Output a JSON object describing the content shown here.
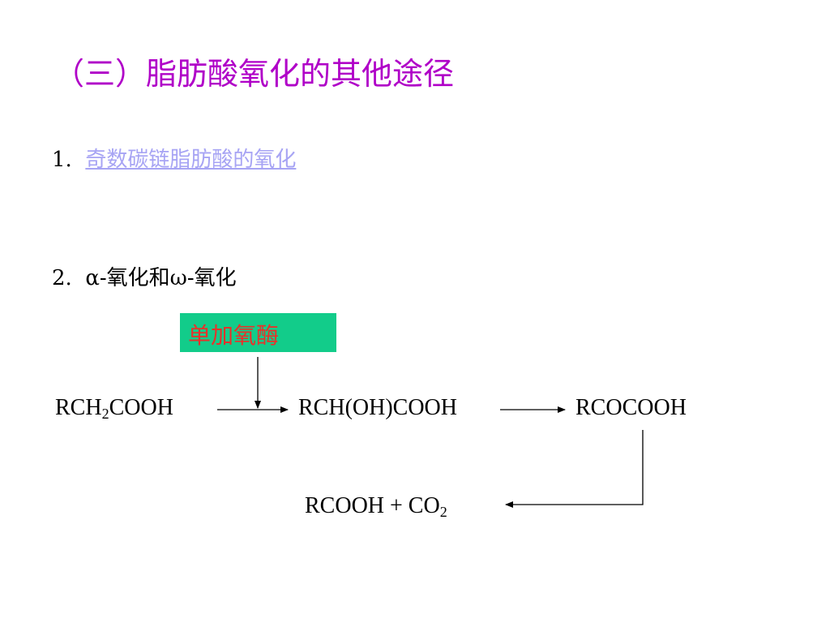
{
  "slide": {
    "title": "（三）脂肪酸氧化的其他途径",
    "item1": {
      "number": "1.",
      "link_text": "奇数碳链脂肪酸的氧化"
    },
    "item2": {
      "number": "2.",
      "text": "α-氧化和ω-氧化"
    },
    "enzyme_label": "单加氧酶",
    "reaction": {
      "compound1": {
        "pre": "RCH",
        "sub": "2",
        "post": "COOH"
      },
      "compound2": "RCH(OH)COOH",
      "compound3": "RCOCOOH",
      "products": {
        "pre": "RCOOH + CO",
        "sub": "2"
      }
    },
    "colors": {
      "title": "#b000c8",
      "link": "#a7a4f4",
      "enzyme_bg": "#12cc8a",
      "enzyme_text": "#e8322a"
    }
  }
}
